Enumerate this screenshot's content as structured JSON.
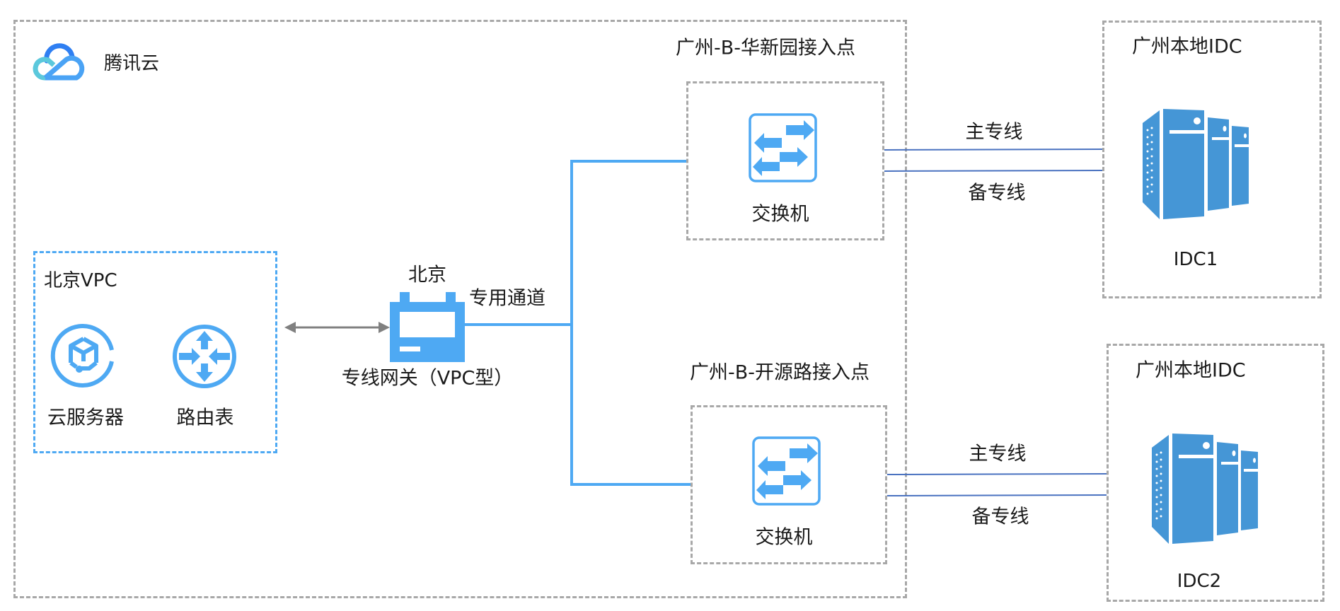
{
  "cloud": {
    "brand_name": "腾讯云",
    "logo_icon": "tencent-cloud-logo-icon"
  },
  "vpc": {
    "title": "北京VPC",
    "items": [
      {
        "label": "云服务器",
        "icon": "cloud-server-icon"
      },
      {
        "label": "路由表",
        "icon": "route-table-icon"
      }
    ]
  },
  "gateway": {
    "region": "北京",
    "label": "专线网关（VPC型）",
    "icon": "direct-connect-gateway-icon",
    "channel_label": "专用通道"
  },
  "access_points": [
    {
      "title": "广州-B-华新园接入点",
      "device_label": "交换机",
      "device_icon": "switch-icon",
      "links": {
        "primary": "主专线",
        "backup": "备专线"
      }
    },
    {
      "title": "广州-B-开源路接入点",
      "device_label": "交换机",
      "device_icon": "switch-icon",
      "links": {
        "primary": "主专线",
        "backup": "备专线"
      }
    }
  ],
  "idcs": [
    {
      "title": "广州本地IDC",
      "name": "IDC1",
      "icon": "server-rack-icon"
    },
    {
      "title": "广州本地IDC",
      "name": "IDC2",
      "icon": "server-rack-icon"
    }
  ],
  "colors": {
    "accent_blue": "#4ea9f3",
    "link_blue": "#4a72c0",
    "server_blue": "#4596d6",
    "dashed_gray": "#a8a8a8",
    "arrow_gray": "#808080"
  }
}
